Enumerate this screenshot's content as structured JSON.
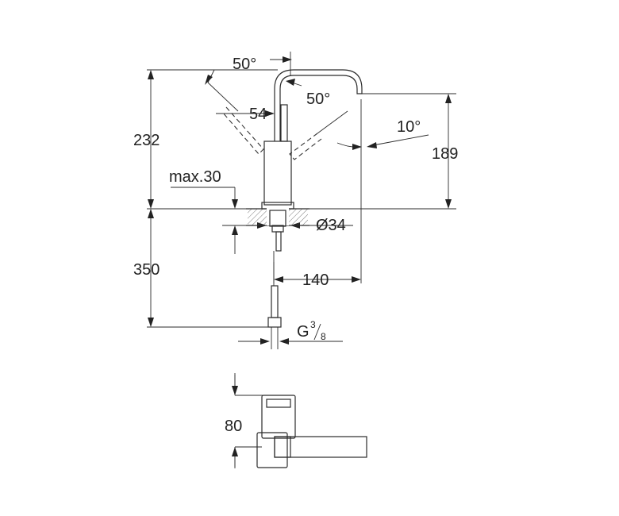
{
  "dimensions": {
    "spout_angle": "50°",
    "lever_angle": "50°",
    "lever_offset": "54",
    "outlet_angle": "10°",
    "total_height": "232",
    "spout_height": "189",
    "max_deck": "max.30",
    "hole_diameter": "Ø34",
    "hose_length": "350",
    "projection": "140",
    "connection": "G",
    "connection_num": "3",
    "connection_den": "8",
    "handle_height": "80"
  }
}
